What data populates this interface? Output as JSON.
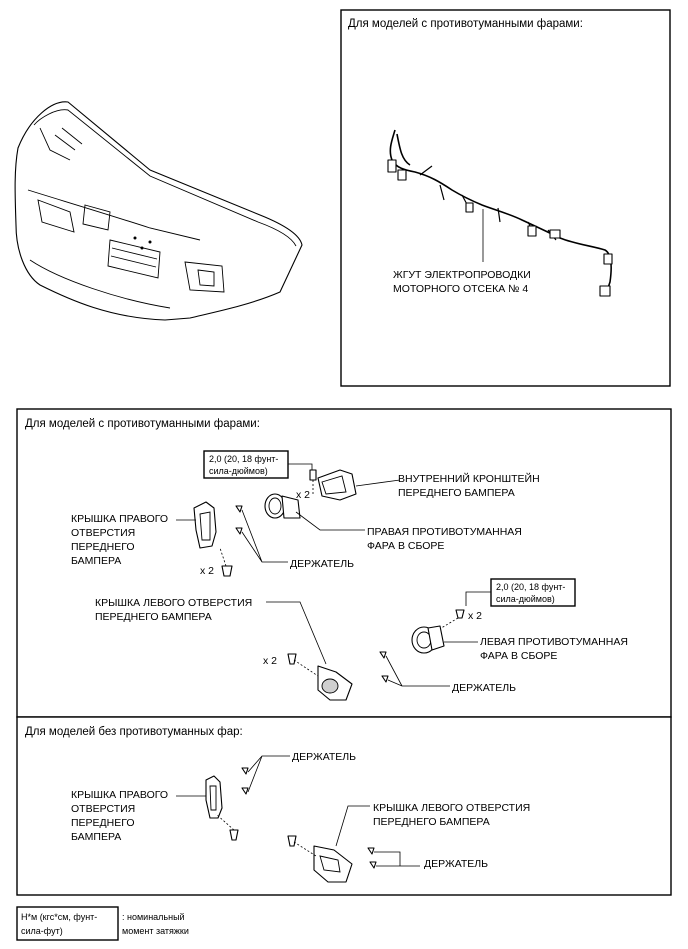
{
  "top_panel": {
    "header": "Для моделей с противотуманными фарами:",
    "harness_label_line1": "ЖГУТ ЭЛЕКТРОПРОВОДКИ",
    "harness_label_line2": "МОТОРНОГО ОТСЕКА № 4"
  },
  "middle_panel": {
    "header": "Для моделей с противотуманными фарами:",
    "torque_right_line1": "2,0 (20, 18 фунт-",
    "torque_right_line2": "сила-дюймов)",
    "torque_left_line1": "2,0 (20, 18 фунт-",
    "torque_left_line2": "сила-дюймов)",
    "inner_bracket_line1": "ВНУТРЕННИЙ КРОНШТЕЙН",
    "inner_bracket_line2": "ПЕРЕДНЕГО БАМПЕРА",
    "right_fog_line1": "ПРАВАЯ ПРОТИВОТУМАННАЯ",
    "right_fog_line2": "ФАРА В СБОРЕ",
    "right_cover_line1": "КРЫШКА ПРАВОГО",
    "right_cover_line2": "ОТВЕРСТИЯ",
    "right_cover_line3": "ПЕРЕДНЕГО",
    "right_cover_line4": "БАМПЕРА",
    "retainer_1": "ДЕРЖАТЕЛЬ",
    "left_cover_line1": "КРЫШКА ЛЕВОГО ОТВЕРСТИЯ",
    "left_cover_line2": "ПЕРЕДНЕГО БАМПЕРА",
    "left_fog_line1": "ЛЕВАЯ ПРОТИВОТУМАННАЯ",
    "left_fog_line2": "ФАРА В СБОРЕ",
    "retainer_2": "ДЕРЖАТЕЛЬ",
    "qty_a": "x 2",
    "qty_b": "x 2",
    "qty_c": "x 2",
    "qty_d": "x 2"
  },
  "bottom_panel": {
    "header": "Для моделей без противотуманных фар:",
    "retainer_1": "ДЕРЖАТЕЛЬ",
    "right_cover_line1": "КРЫШКА ПРАВОГО",
    "right_cover_line2": "ОТВЕРСТИЯ",
    "right_cover_line3": "ПЕРЕДНЕГО",
    "right_cover_line4": "БАМПЕРА",
    "left_cover_line1": "КРЫШКА ЛЕВОГО ОТВЕРСТИЯ",
    "left_cover_line2": "ПЕРЕДНЕГО БАМПЕРА",
    "retainer_2": "ДЕРЖАТЕЛЬ"
  },
  "legend": {
    "unit_line1": "Н*м (кгс*см, фунт-",
    "unit_line2": "сила-фут)",
    "desc_line1": ": номинальный",
    "desc_line2": "момент затяжки"
  }
}
